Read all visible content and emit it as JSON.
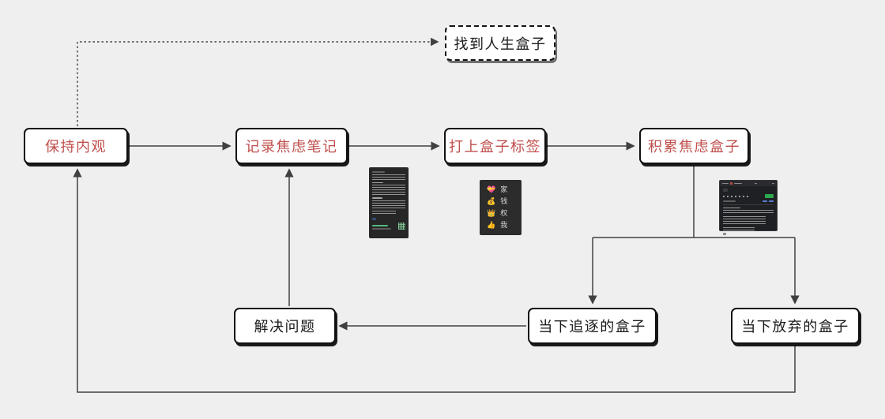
{
  "diagram": {
    "title": "anxiety-box flow diagram",
    "colors": {
      "canvas_bg": "#efefef",
      "node_text_red": "#bf4f4c",
      "node_text_black": "#1a1a1a",
      "connector": "#404040",
      "panel_bg": "#2c2c2c",
      "green_accent": "#2ea84f"
    },
    "nodes": {
      "find_life_box": {
        "label": "找到人生盒子"
      },
      "keep_introspection": {
        "label": "保持内观"
      },
      "record_anxiety_notes": {
        "label": "记录焦虑笔记"
      },
      "tag_the_boxes": {
        "label": "打上盒子标签"
      },
      "accumulate_anxiety_boxes": {
        "label": "积累焦虑盒子"
      },
      "solve_problems": {
        "label": "解决问题"
      },
      "box_pursuing_now": {
        "label": "当下追逐的盒子"
      },
      "box_abandoned_now": {
        "label": "当下放弃的盒子"
      }
    },
    "edges": [
      {
        "from": "keep_introspection",
        "to": "find_life_box",
        "style": "dashed"
      },
      {
        "from": "keep_introspection",
        "to": "record_anxiety_notes",
        "style": "solid"
      },
      {
        "from": "record_anxiety_notes",
        "to": "tag_the_boxes",
        "style": "solid"
      },
      {
        "from": "tag_the_boxes",
        "to": "accumulate_anxiety_boxes",
        "style": "solid"
      },
      {
        "from": "accumulate_anxiety_boxes",
        "to": "box_pursuing_now",
        "style": "solid"
      },
      {
        "from": "accumulate_anxiety_boxes",
        "to": "box_abandoned_now",
        "style": "solid"
      },
      {
        "from": "box_pursuing_now",
        "to": "solve_problems",
        "style": "solid"
      },
      {
        "from": "solve_problems",
        "to": "record_anxiety_notes",
        "style": "solid"
      },
      {
        "from": "box_abandoned_now",
        "to": "keep_introspection",
        "style": "solid"
      }
    ]
  },
  "tag_panel": {
    "items": [
      {
        "icon": "gift-heart-emoji",
        "glyph": "💝",
        "label": "家"
      },
      {
        "icon": "money-bag-emoji",
        "glyph": "💰",
        "label": "钱"
      },
      {
        "icon": "crown-emoji",
        "glyph": "👑",
        "label": "权"
      },
      {
        "icon": "thumbs-up-emoji",
        "glyph": "👍",
        "label": "我"
      }
    ]
  }
}
